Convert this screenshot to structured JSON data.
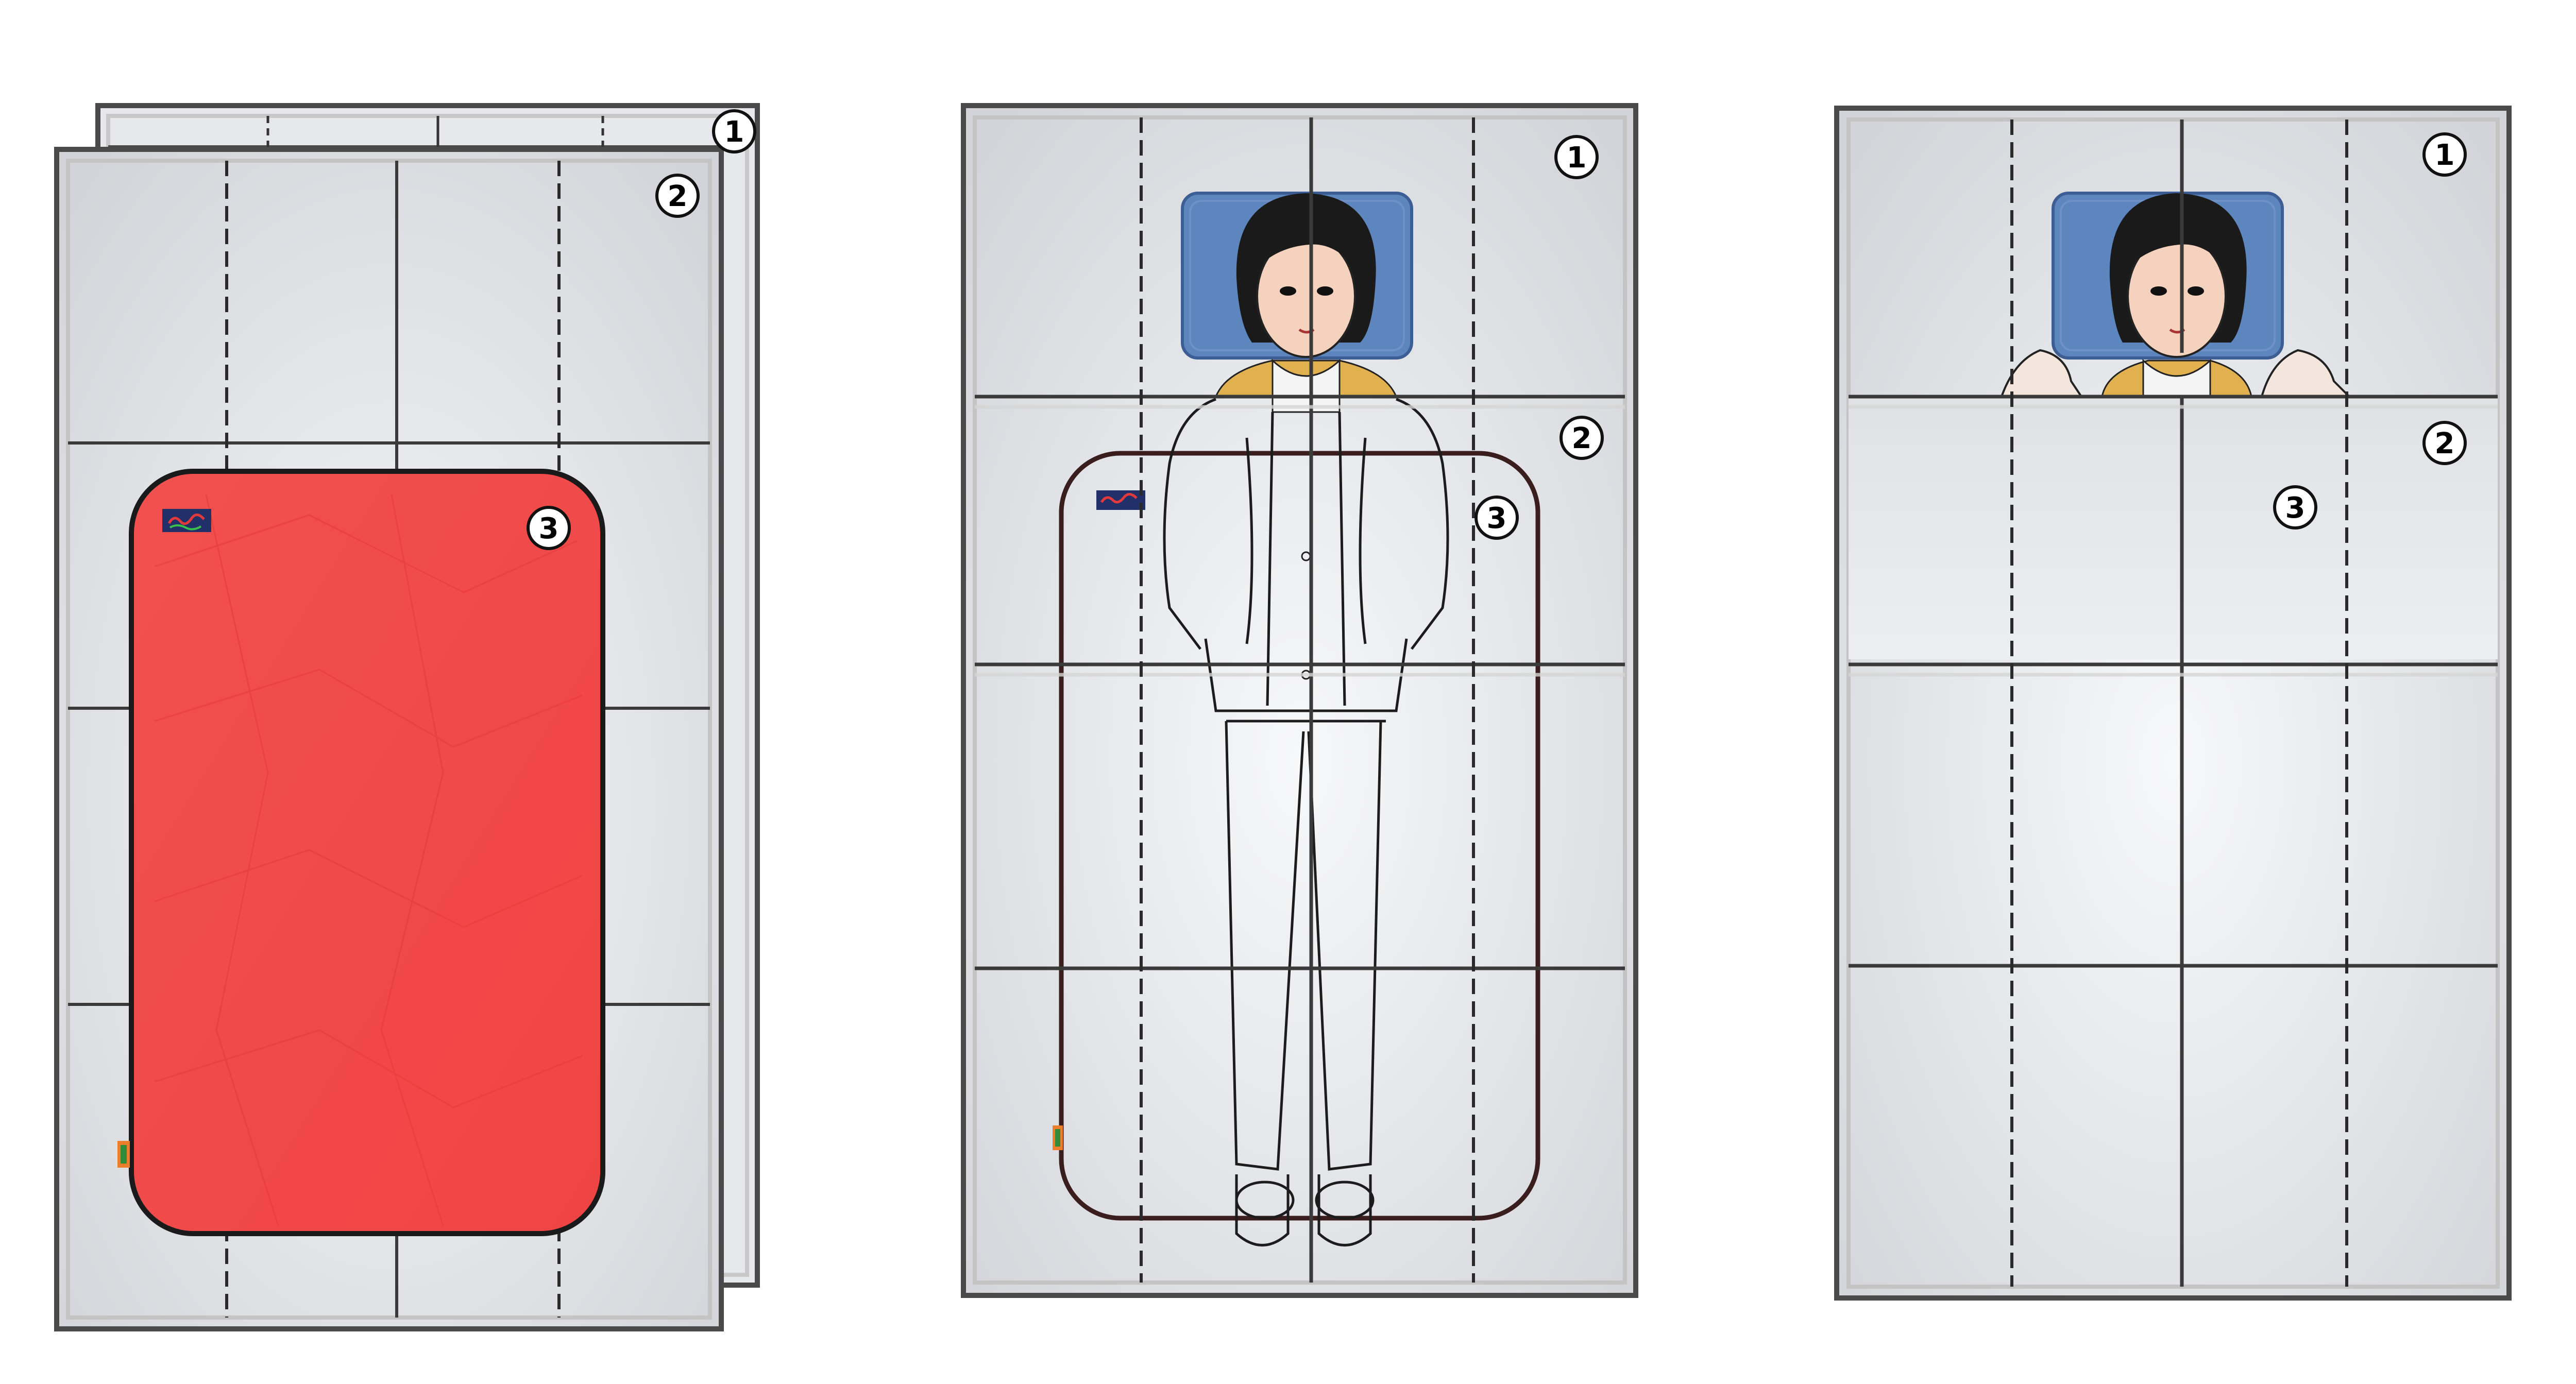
{
  "diagram": {
    "panels": [
      {
        "id": "panel-1",
        "labels": [
          "1",
          "2",
          "3"
        ],
        "sheet_color": "#f24a4a"
      },
      {
        "id": "panel-2",
        "labels": [
          "1",
          "2",
          "3"
        ],
        "pillow_color": "#5d85be"
      },
      {
        "id": "panel-3",
        "labels": [
          "1",
          "2",
          "3"
        ],
        "pillow_color": "#5d85be"
      }
    ],
    "colors": {
      "board_fill": "#e4e6ea",
      "frame": "#4a4a4a",
      "frame_light": "#d8d8d8",
      "sheet": "#f24a4a",
      "pillow": "#5d85be",
      "hair": "#1a1a1a",
      "skin": "#f4d2bd",
      "jacket": "#e2b14f"
    },
    "icons": [
      "person-figure-icon",
      "pillow-icon",
      "logo-tag-icon",
      "number-badge-icon"
    ]
  }
}
